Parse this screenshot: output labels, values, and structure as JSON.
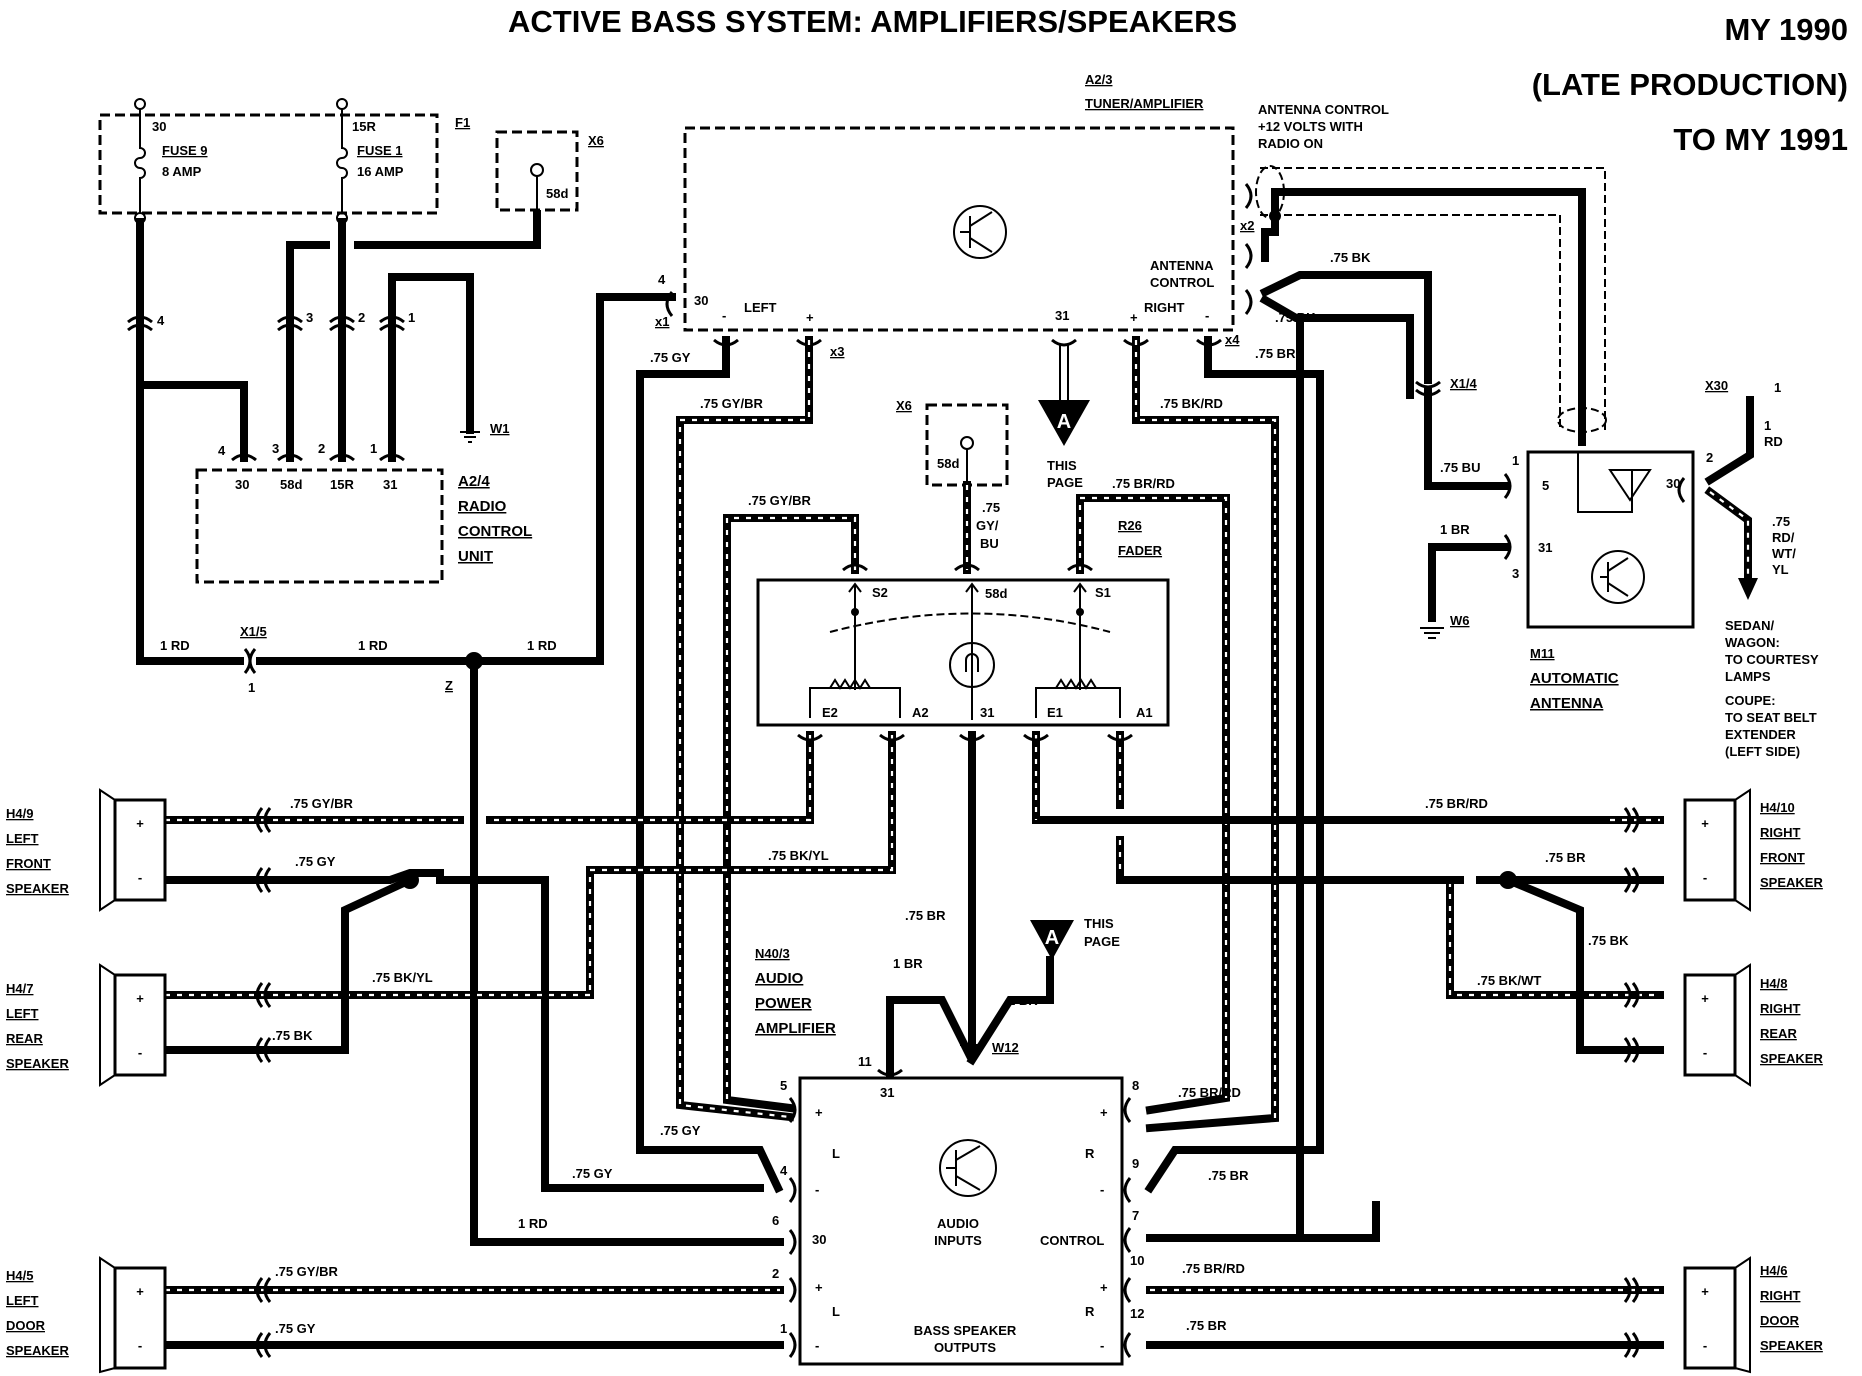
{
  "title": "ACTIVE BASS SYSTEM: AMPLIFIERS/SPEAKERS",
  "model_year": [
    "MY 1990",
    "(LATE PRODUCTION)",
    "TO MY 1991"
  ],
  "fuse_box": {
    "id": "F1",
    "fuse9": {
      "terminal": "30",
      "name": "FUSE 9",
      "rating": "8 AMP"
    },
    "fuse1": {
      "terminal": "15R",
      "name": "FUSE 1",
      "rating": "16 AMP"
    }
  },
  "x6_top": {
    "id": "X6",
    "pin": "58d"
  },
  "x6_mid": {
    "id": "X6",
    "pin": "58d"
  },
  "radio_control": {
    "ref": "A2/4",
    "name_lines": [
      "RADIO",
      "CONTROL",
      "UNIT"
    ],
    "pins": [
      "30",
      "58d",
      "15R",
      "31"
    ],
    "wire_numbers": [
      "4",
      "3",
      "2",
      "1"
    ]
  },
  "tuner": {
    "ref": "A2/3",
    "name": "TUNER/AMPLIFIER",
    "antenna_note": [
      "ANTENNA CONTROL",
      "+12 VOLTS WITH",
      "RADIO ON"
    ],
    "antenna_control_lines": [
      "ANTENNA",
      "CONTROL"
    ],
    "left": "LEFT",
    "right": "RIGHT",
    "minus": "-",
    "plus": "+",
    "pin30": "30",
    "pin31": "31",
    "pin4": "4",
    "x1": "x1",
    "x2": "x2",
    "x3": "x3",
    "x4": "x4"
  },
  "ground_w1": "W1",
  "ground_w6": "W6",
  "ground_w12": "W12",
  "splice_z": "Z",
  "connector_x15": {
    "id": "X1/5",
    "pin": "1"
  },
  "connector_x14": "X1/4",
  "connector_x30": {
    "id": "X30",
    "pin": "1"
  },
  "this_page": {
    "letter": "A",
    "lines": [
      "THIS",
      "PAGE"
    ]
  },
  "fader": {
    "ref": "R26",
    "name": "FADER",
    "pins": {
      "s2": "S2",
      "p58d": "58d",
      "s1": "S1",
      "e2": "E2",
      "a2": "A2",
      "p31": "31",
      "e1": "E1",
      "a1": "A1"
    }
  },
  "antenna": {
    "ref": "M11",
    "name_lines": [
      "AUTOMATIC",
      "ANTENNA"
    ],
    "pins": {
      "p5": "5",
      "p30": "30",
      "p31": "31",
      "w1": "1",
      "w2": "2",
      "w3": "3"
    }
  },
  "courtesy_note": [
    "SEDAN/",
    "WAGON:",
    "TO COURTESY",
    "LAMPS",
    "COUPE:",
    "TO SEAT BELT",
    "EXTENDER",
    "(LEFT SIDE)"
  ],
  "power_amp": {
    "ref": "N40/3",
    "name_lines": [
      "AUDIO",
      "POWER",
      "AMPLIFIER"
    ],
    "audio_inputs": [
      "AUDIO",
      "INPUTS"
    ],
    "control": "CONTROL",
    "bass_outputs": [
      "BASS SPEAKER",
      "OUTPUTS"
    ],
    "pins": [
      "1",
      "2",
      "4",
      "5",
      "6",
      "7",
      "8",
      "9",
      "10",
      "11",
      "12"
    ],
    "inner": {
      "p31": "31",
      "p30": "30",
      "L": "L",
      "R": "R",
      "plus": "+",
      "minus": "-"
    }
  },
  "speakers": [
    {
      "ref": "H4/9",
      "lines": [
        "LEFT",
        "FRONT",
        "SPEAKER"
      ]
    },
    {
      "ref": "H4/7",
      "lines": [
        "LEFT",
        "REAR",
        "SPEAKER"
      ]
    },
    {
      "ref": "H4/5",
      "lines": [
        "LEFT",
        "DOOR",
        "SPEAKER"
      ]
    },
    {
      "ref": "H4/10",
      "lines": [
        "RIGHT",
        "FRONT",
        "SPEAKER"
      ]
    },
    {
      "ref": "H4/8",
      "lines": [
        "RIGHT",
        "REAR",
        "SPEAKER"
      ]
    },
    {
      "ref": "H4/6",
      "lines": [
        "RIGHT",
        "DOOR",
        "SPEAKER"
      ]
    }
  ],
  "wire_labels": {
    "rd_left": "1 RD",
    "rd_mid": "1 RD",
    "rd_right": "1 RD",
    "rd_amp": "1 RD",
    "gy_x1": ".75 GY",
    "gybr_x3": ".75 GY/BR",
    "gybr_s2": ".75 GY/BR",
    "bk_x2": ".75 BK",
    "bk_right": ".75 BK",
    "br_x4": ".75 BR",
    "bkrd": ".75 BK/RD",
    "brrd_s1": ".75 BR/RD",
    "gybu": [
      ".75",
      "GY/",
      "BU"
    ],
    "bu_ant": ".75 BU",
    "br_ant": "1 BR",
    "rd_x30": [
      "1",
      "RD"
    ],
    "rdwtyl": [
      ".75",
      "RD/",
      "WT/",
      "YL"
    ],
    "lf_pos": ".75 GY/BR",
    "lf_neg": ".75 GY",
    "bkyl_mid": ".75 BK/YL",
    "lr_pos": ".75 BK/YL",
    "lr_neg": ".75 BK",
    "rf_pos": ".75 BR/RD",
    "rf_neg": ".75 BR",
    "bk_rf": ".75 BK",
    "rr_pos": ".75 BK/WT",
    "br_gnd": ".75 BR",
    "br_1": "1 BR",
    "br_2": "1 BR",
    "amp5": ".75 GY",
    "amp4": ".75 GY",
    "amp8": ".75 BR/RD",
    "amp9": ".75 BR",
    "ld_pos": ".75 GY/BR",
    "ld_neg": ".75 GY",
    "rd_pos": ".75 BR/RD",
    "rd_neg": ".75 BR"
  }
}
